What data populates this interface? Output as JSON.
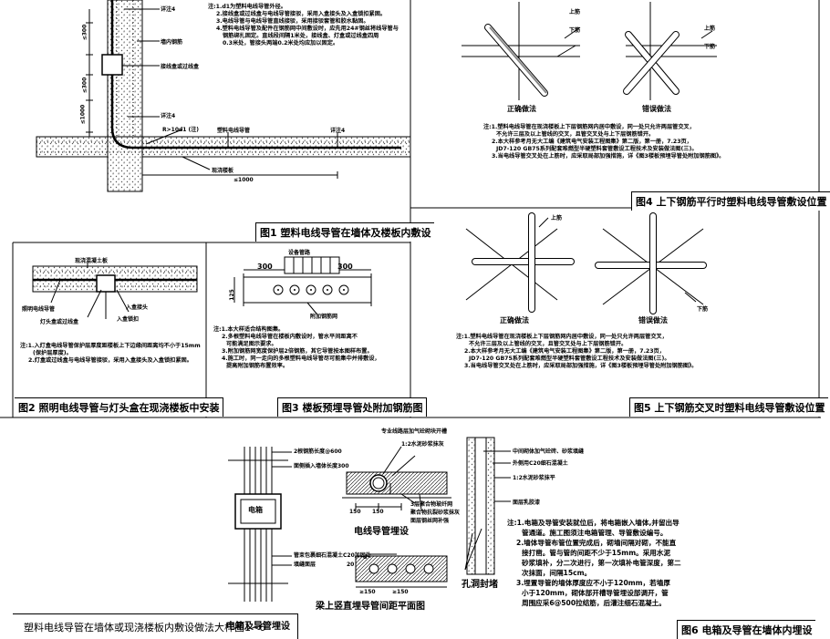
{
  "main_title": "塑料电线导管在墙体或现浇楼板内敷设做法大样图1~6",
  "fig1": {
    "title": "图1  塑料电线导管在墙体及楼板内敷设",
    "notes": [
      "注:1.d1为塑料电线导管外径。",
      "2.接线盒或过线盒与电线导管接驳，采用入盒接头及入盒锁扣紧固。",
      "3.电线导管与电线导管直线接驳，采用接驳套管和胶水黏固。",
      "4.塑料电线导管及配件在钢筋网中间敷设时，应先用24#钢丝将线导管与",
      "钢筋绑扎固定。直线段间隔1米处，接线盒、灯盒或过线盒四周",
      "0.3米处，管接头两端0.2米处均应加以固定。"
    ],
    "labels": {
      "wall_top": "详注4",
      "steel": "墙内钢筋",
      "box": "接线盒或过线盒",
      "wall_mid": "详注4",
      "radius": "R>10d1 (注)",
      "conduit": "塑料电线导管",
      "slab_note": "详注4",
      "slab": "现浇楼板",
      "dim1": "≤300",
      "dim2": "≤300",
      "dim3": "≤1000",
      "dim4": "≤1000"
    }
  },
  "fig2": {
    "title": "图2  照明电线导管与灯头盒在现浇楼板中安装",
    "labels": {
      "slab": "现浇混凝土板",
      "conduit": "照明电线导管",
      "lampbox": "灯头盒或过线盒",
      "joint": "入盒接头",
      "lock": "入盒锁扣"
    },
    "notes": [
      "注:1.入灯盒电线导管保护层厚度距楼板上下边缘间距离均不小于15mm",
      "(保护层厚度)。",
      "2.灯盒或过线盒与电线导管接驳，采用入盒接头及入盒锁扣紧固。"
    ]
  },
  "fig3": {
    "title": "图3  楼板预埋导管处附加钢筋图",
    "labels": {
      "add_rebar": "设备管路",
      "dim_a": "300",
      "dim_b": "300",
      "dim_c": "125",
      "rebar_note": "附加钢筋网"
    },
    "notes": [
      "注:1.本大样适合结构图集。",
      "2.多根塑料电线导管在楼板内敷设时，管水平间距离不",
      "可能满足图示要求。",
      "3.附加钢筋网宽度保护层2倍钢筋，其它导管按本图样布置。",
      "4.施工时，同一走向的多根塑料电线导管尽可能集中并排敷设，",
      "提高附加钢筋布置效率。"
    ]
  },
  "fig4": {
    "title": "图4  上下钢筋平行时塑料电线导管敷设位置",
    "labels": {
      "up": "上筋",
      "down": "下筋",
      "up2": "上筋",
      "down2": "下筋",
      "correct": "正确做法",
      "wrong": "错误做法"
    },
    "notes": [
      "注:1.塑料电线导管在现浇楼板上下层钢筋网内居中敷设，同一处只允许两层管交叉，",
      "不允许三层及以上管线的交叉，且管交叉处与上下层钢筋错开。",
      "2.本大样参考月无大工编《建筑电气安装工程图集》第二版，第一册，7.23页，",
      "JD7-120 GB75系列配套难燃型半硬塑料套管敷设工程技术及安装做法图(三)。",
      "3.当电线导管交叉处在上筋时，应采取局部加强措施，详《图3楼板预埋导管处附加钢筋图》。"
    ]
  },
  "fig5": {
    "title": "图5  上下钢筋交叉时塑料电线导管敷设位置",
    "labels": {
      "up": "上筋",
      "down": "下筋",
      "correct": "正确做法",
      "wrong": "错误做法"
    },
    "notes": [
      "注:1.塑料电线导管在现浇楼板上下层钢筋网内居中敷设，同一处只允许两层管交叉，",
      "不允许三层及以上管线的交叉，且管交叉处与上下层钢筋错开。",
      "2.本大样参考月无大工编《建筑电气安装工程图集》第二版，第一册，7.23页，",
      "JD7-120 GB75系列配套难燃型半硬塑料套管敷设工程技术及安装做法图(三)。",
      "3.当电线导管交叉处在上筋时，应采取局部加强措施，详《图3楼板预埋导管处附加钢筋图》。"
    ]
  },
  "fig6": {
    "title": "图6  电箱及导管在墙体内埋设",
    "captions": {
      "box": "电箱及导管埋设",
      "conduit": "电线导管埋设",
      "spacing": "梁上竖直埋导管间距平面图",
      "seal": "孔洞封堵"
    },
    "labels": {
      "box_text": "电箱",
      "rebar": "2根钢筋长度@600",
      "rebar2": "面侧插入墙体长度300",
      "concrete": "管束包裹细石混凝土C20加固处",
      "finish": "填缝面层",
      "c1": "专业线路层加气砼砌块开槽",
      "c2": "1:2水泥砂浆抹灰",
      "c3": "3层聚合物玻纤网",
      "c4": "聚合物抗裂砂浆抹灰",
      "c5": "面层钢丝网补强",
      "s1": "中间砌体加气砼砖、砂浆填缝",
      "s2": "外侧用C20细石混凝土",
      "s3": "1:2水泥砂浆抹平",
      "s4": "面层乳胶漆",
      "d150a": "150",
      "d150b": "150",
      "d20": "20",
      "dd": "d",
      "d150c": "≥150",
      "d150d": "≥150"
    },
    "notes": [
      "注:1.电箱及导管安装就位后，将电箱嵌入墙体,并留出导",
      "管通道。施工图须注电箱管理、导管敷设编号。",
      "2.墙体导管布管位置完成后，砌墙间隔对砌，不能直",
      "接打凿。管与管的间距不少于15mm。采用水泥",
      "砂浆填补，分二次进行，第一次填补电管深度，第二",
      "次抹面，间隔15cm。",
      "3.埋置导管的墙体厚度应不小于120mm，若墙厚",
      "小于120mm，砌体部开槽导管埋设部调开，管",
      "周围应采6@500拉结筋，后灌注细石混凝土。"
    ]
  },
  "colors": {
    "ink": "#000000",
    "background": "#ffffff"
  }
}
